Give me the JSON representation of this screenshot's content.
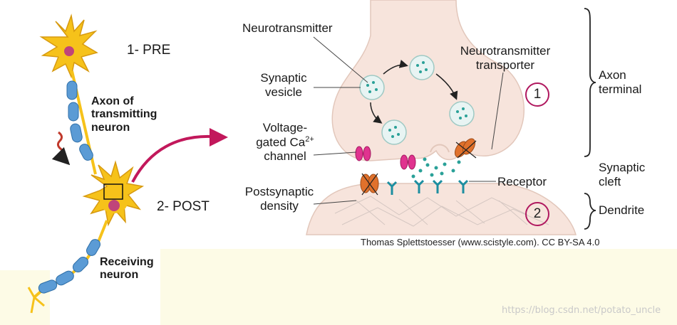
{
  "labels": {
    "pre": "1- PRE",
    "post": "2- POST",
    "axon_of_transmitting_neuron": [
      "Axon of",
      "transmitting",
      "neuron"
    ],
    "receiving_neuron": [
      "Receiving",
      "neuron"
    ],
    "neurotransmitter": "Neurotransmitter",
    "synaptic_vesicle": [
      "Synaptic",
      "vesicle"
    ],
    "voltage_gated_channel": [
      "Voltage-",
      "gated Ca",
      "2+",
      "channel"
    ],
    "postsynaptic_density": [
      "Postsynaptic",
      "density"
    ],
    "neurotransmitter_transporter": [
      "Neurotransmitter",
      "transporter"
    ],
    "receptor": "Receptor",
    "axon_terminal": [
      "Axon",
      "terminal"
    ],
    "synaptic_cleft": [
      "Synaptic",
      "cleft"
    ],
    "dendrite": "Dendrite",
    "marker_1": "1",
    "marker_2": "2",
    "credit": "Thomas Splettstoesser (www.scistyle.com). CC BY-SA 4.0",
    "watermark": "https://blog.csdn.net/potato_uncle"
  },
  "colors": {
    "neuron_body": "#f6c21a",
    "neuron_outline": "#d79a10",
    "nucleus": "#c0447a",
    "myelin": "#5b9bd5",
    "terminal_fill": "#f7e4dc",
    "vesicle_fill": "#e8f4f3",
    "transmitter_dot": "#2aa198",
    "receptor": "#1d8ea0",
    "calcium_channel": "#e0338f",
    "transporter": "#e0712c",
    "accent_arrow": "#c2185b",
    "signal_squiggle": "#c0392b"
  }
}
